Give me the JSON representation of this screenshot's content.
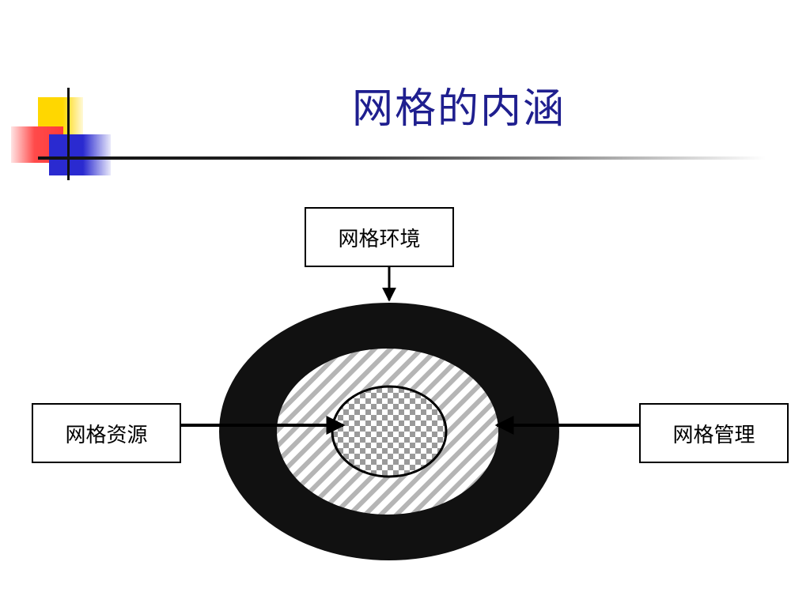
{
  "slide": {
    "title": "网格的内涵"
  },
  "diagram": {
    "boxes": {
      "environment": "网格环境",
      "resources": "网格资源",
      "management": "网格管理"
    }
  },
  "colors": {
    "title": "#1f1f8f",
    "outer_ring": "#111111",
    "accent_yellow": "#ffd700",
    "accent_red": "#ff4a4a",
    "accent_blue": "#2a2ad0"
  }
}
